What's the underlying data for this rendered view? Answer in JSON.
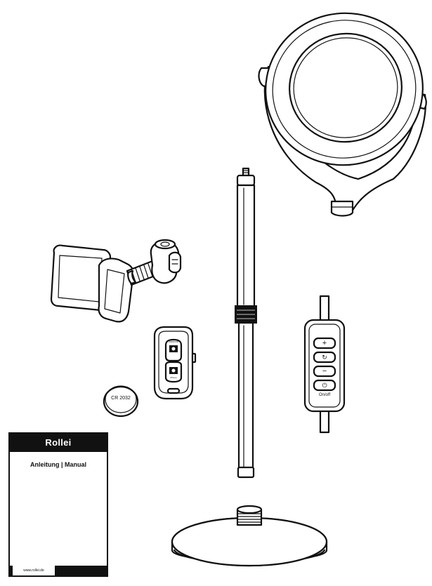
{
  "manual": {
    "brand": "Rollei",
    "title": "Anleitung | Manual",
    "url": "www.rollei.de"
  },
  "battery": {
    "label": "CR 2032"
  },
  "controller": {
    "plus_symbol": "+",
    "cycle_symbol": "↻",
    "minus_symbol": "−",
    "power_symbol": "⏻",
    "onoff_label": "On/off"
  },
  "remote": {
    "top_button_label": "ANDROID",
    "bottom_button_label": "iPhone"
  },
  "icons": {
    "ring_light": "ring-light-icon",
    "pole": "telescopic-pole-icon",
    "base": "round-base-icon",
    "phone_holder": "phone-holder-icon",
    "bt_remote": "bluetooth-remote-icon",
    "coin_battery": "coin-battery-icon",
    "inline_controller": "inline-controller-icon"
  },
  "colors": {
    "line": "#111111",
    "background": "#ffffff"
  }
}
